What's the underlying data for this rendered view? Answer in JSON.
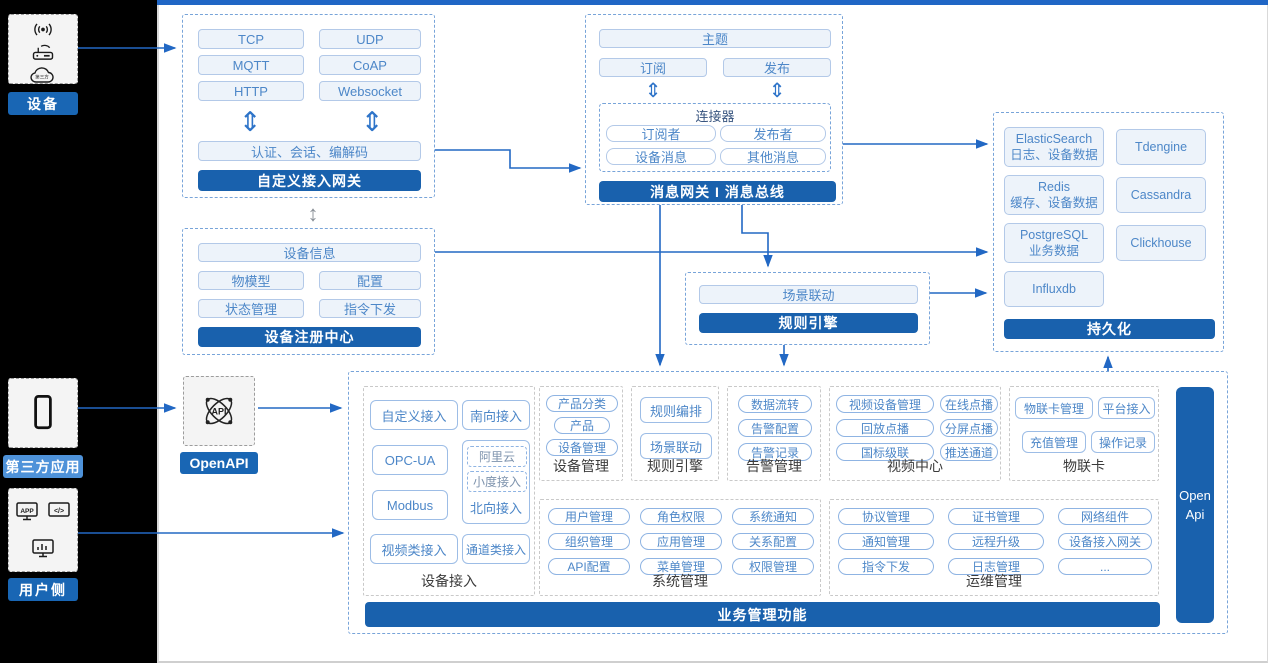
{
  "icons": {
    "updown_blue": "⇕",
    "updown_gray": "↕"
  },
  "rail": {
    "device_label": "设备",
    "third_party_label": "第三方应用",
    "user_label": "用户侧",
    "cloud_text": "第三方"
  },
  "gateway": {
    "title": "自定义接入网关",
    "protocols": [
      "TCP",
      "UDP",
      "MQTT",
      "CoAP",
      "HTTP",
      "Websocket"
    ],
    "auth": "认证、会话、编解码"
  },
  "bus": {
    "title": "消息网关 I 消息总线",
    "topic": "主题",
    "subscribe": "订阅",
    "publish": "发布",
    "connector": {
      "title": "连接器",
      "items": [
        "订阅者",
        "发布者",
        "设备消息",
        "其他消息"
      ]
    }
  },
  "persistence": {
    "title": "持久化",
    "left": [
      {
        "name": "ElasticSearch",
        "desc": "日志、设备数据"
      },
      {
        "name": "Redis",
        "desc": "缓存、设备数据"
      },
      {
        "name": "PostgreSQL",
        "desc": "业务数据"
      },
      {
        "name": "Influxdb",
        "desc": ""
      }
    ],
    "right": [
      "Tdengine",
      "Cassandra",
      "Clickhouse"
    ]
  },
  "registry": {
    "title": "设备注册中心",
    "device_info": "设备信息",
    "items": [
      "物模型",
      "配置",
      "状态管理",
      "指令下发"
    ]
  },
  "rule_engine": {
    "title": "规则引擎",
    "scene": "场景联动"
  },
  "openapi": {
    "label": "OpenAPI",
    "icon_text": "API"
  },
  "business": {
    "bar": "业务管理功能",
    "open_api": "Open Api",
    "device_access": {
      "label": "设备接入",
      "col1": [
        "自定义接入",
        "OPC-UA",
        "Modbus",
        "视频类接入"
      ],
      "south": "南向接入",
      "north": {
        "label": "北向接入",
        "items": [
          "阿里云",
          "小度接入"
        ]
      },
      "channel": "通道类接入"
    },
    "device_mgmt": {
      "label": "设备管理",
      "items": [
        "产品分类",
        "产品",
        "设备管理"
      ]
    },
    "rule": {
      "label": "规则引擎",
      "items": [
        "规则编排",
        "场景联动"
      ]
    },
    "alarm": {
      "label": "告警管理",
      "items": [
        "数据流转",
        "告警配置",
        "告警记录"
      ]
    },
    "video": {
      "label": "视频中心",
      "items": [
        "视频设备管理",
        "在线点播",
        "回放点播",
        "分屏点播",
        "国标级联",
        "推送通道"
      ]
    },
    "iot_card": {
      "label": "物联卡",
      "items": [
        "物联卡管理",
        "平台接入",
        "充值管理",
        "操作记录"
      ]
    },
    "system": {
      "label": "系统管理",
      "items": [
        "用户管理",
        "角色权限",
        "系统通知",
        "组织管理",
        "应用管理",
        "关系配置",
        "API配置",
        "菜单管理",
        "权限管理"
      ]
    },
    "ops": {
      "label": "运维管理",
      "items": [
        "协议管理",
        "证书管理",
        "网络组件",
        "通知管理",
        "远程升级",
        "设备接入网关",
        "指令下发",
        "日志管理",
        "..."
      ]
    }
  },
  "colors": {
    "bar_blue": "#1961ad",
    "badge_blue": "#1966b4",
    "badge_light_blue": "#4e92d9",
    "arrow_blue": "#2268c4",
    "box_text_blue": "#4d87c8"
  }
}
